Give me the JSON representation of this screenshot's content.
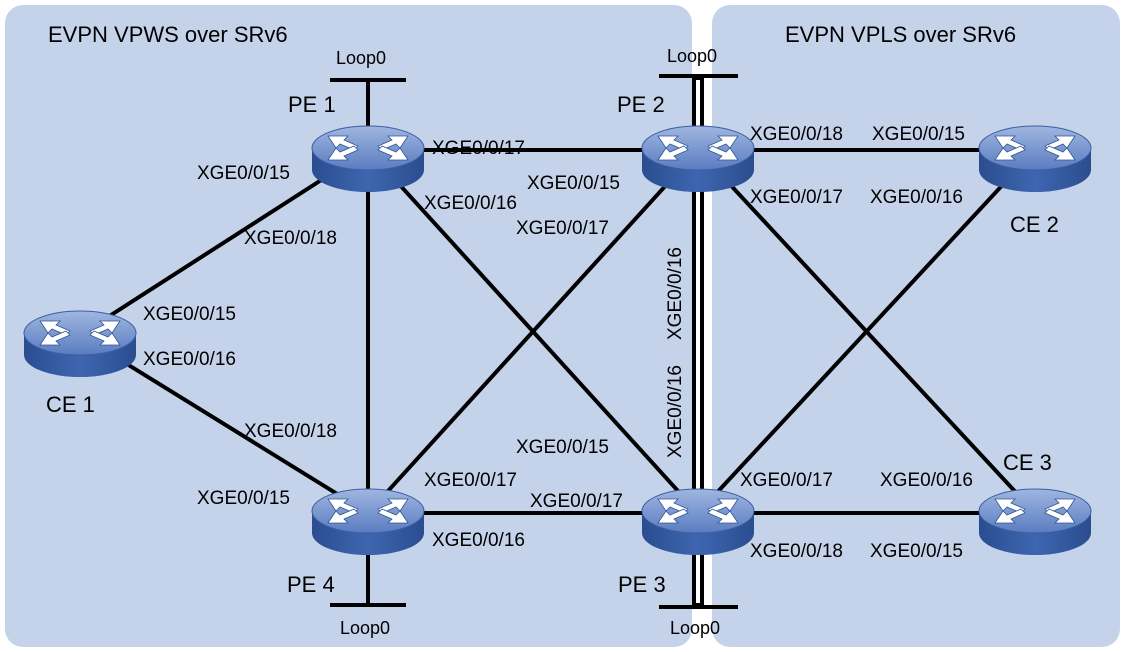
{
  "regions": {
    "vpws": {
      "title": "EVPN VPWS over SRv6"
    },
    "vpls": {
      "title": "EVPN VPLS over SRv6"
    }
  },
  "devices": {
    "pe1": {
      "name": "PE 1",
      "loopback": "Loop0"
    },
    "pe2": {
      "name": "PE 2",
      "loopback": "Loop0"
    },
    "pe3": {
      "name": "PE 3",
      "loopback": "Loop0"
    },
    "pe4": {
      "name": "PE 4",
      "loopback": "Loop0"
    },
    "ce1": {
      "name": "CE 1"
    },
    "ce2": {
      "name": "CE 2"
    },
    "ce3": {
      "name": "CE 3"
    }
  },
  "links": {
    "ce1_pe1": {
      "a": "XGE0/0/15",
      "b": "XGE0/0/15"
    },
    "ce1_pe4": {
      "a": "XGE0/0/16",
      "b": "XGE0/0/15"
    },
    "pe1_pe2": {
      "a": "XGE0/0/17",
      "b": "XGE0/0/15"
    },
    "pe1_pe3": {
      "a": "XGE0/0/16",
      "b": "XGE0/0/15"
    },
    "pe1_pe4": {
      "a": "XGE0/0/18",
      "b": "XGE0/0/18"
    },
    "pe2_pe4": {
      "a": "XGE0/0/17",
      "b": "XGE0/0/17"
    },
    "pe2_pe3": {
      "a": "XGE0/0/16",
      "b": "XGE0/0/16"
    },
    "pe4_pe3": {
      "a": "XGE0/0/16",
      "b": "XGE0/0/17"
    },
    "pe2_ce2": {
      "a": "XGE0/0/18",
      "b": "XGE0/0/15"
    },
    "pe2_ce3": {
      "a": "XGE0/0/17",
      "b": "XGE0/0/16"
    },
    "pe3_ce2": {
      "a": "XGE0/0/17",
      "b": "XGE0/0/16"
    },
    "pe3_ce3": {
      "a": "XGE0/0/18",
      "b": "XGE0/0/15"
    }
  },
  "colors": {
    "region_fill": "#c5d3ea",
    "router_top": "#6f8fc8",
    "router_side": "#2f5597",
    "router_arrow": "#ffffff",
    "link": "#000000"
  },
  "icons": {
    "router": "router-icon"
  }
}
